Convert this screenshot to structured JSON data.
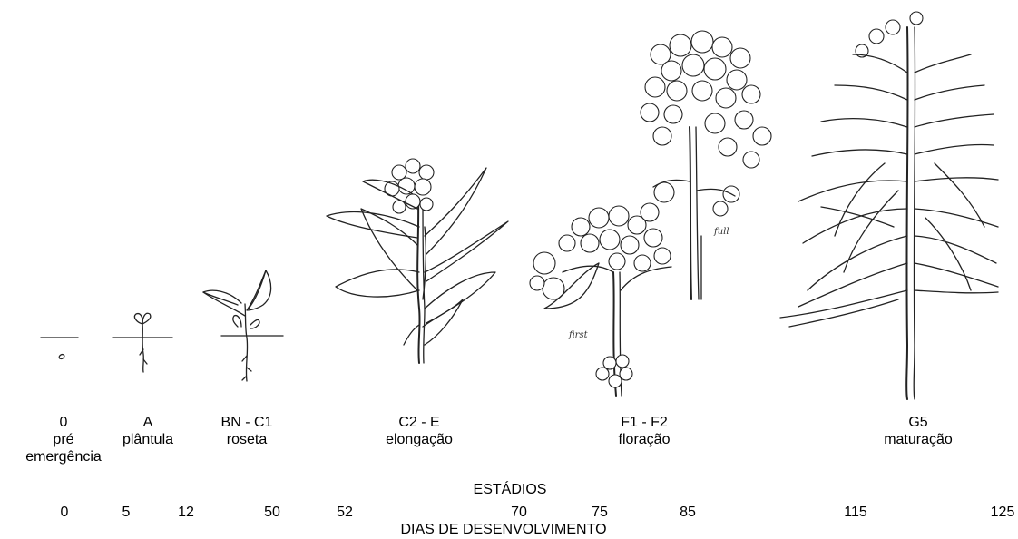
{
  "stages": [
    {
      "code": "0",
      "name": "pré",
      "name2": "emergência"
    },
    {
      "code": "A",
      "name": "plântula"
    },
    {
      "code": "BN - C1",
      "name": "roseta"
    },
    {
      "code": "C2  -  E",
      "name": "elongação"
    },
    {
      "code": "F1  -  F2",
      "name": "floração"
    },
    {
      "code": "G5",
      "name": "maturação"
    }
  ],
  "stages_title": "ESTÁDIOS",
  "days": [
    "0",
    "5",
    "12",
    "50",
    "52",
    "70",
    "75",
    "85",
    "115",
    "125"
  ],
  "days_title": "DIAS DE  DESENVOLVIMENTO",
  "drawing_labels": {
    "first": "first",
    "full": "full"
  }
}
